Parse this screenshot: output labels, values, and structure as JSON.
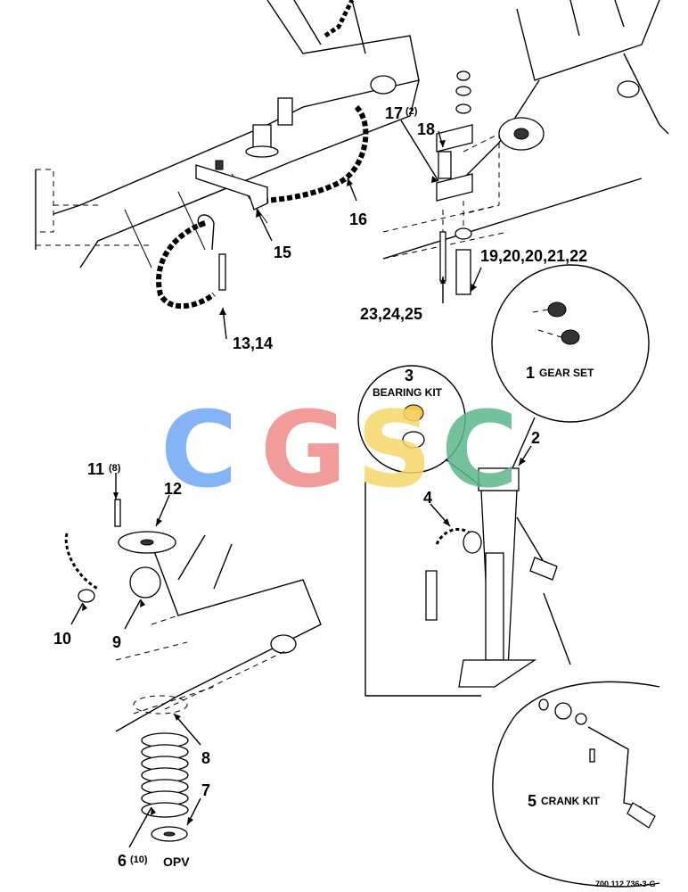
{
  "callouts": {
    "c1": "1",
    "c1_desc": "GEAR SET",
    "c2": "2",
    "c3": "3",
    "c3_desc": "BEARING KIT",
    "c4": "4",
    "c5": "5",
    "c5_desc": "CRANK KIT",
    "c6": "6",
    "c6_qty": "(10)",
    "c6_desc": "OPV",
    "c7": "7",
    "c8": "8",
    "c9": "9",
    "c10": "10",
    "c11": "11",
    "c11_qty": "(8)",
    "c12": "12",
    "c13_14": "13,14",
    "c15": "15",
    "c16": "16",
    "c17": "17",
    "c17_qty": "(2)",
    "c18": "18",
    "c19_22": "19,20,20,21,22",
    "c23_25": "23,24,25"
  },
  "watermark": {
    "letters": [
      "C",
      "G",
      "S",
      "C"
    ],
    "colors": [
      "#6fa8f5",
      "#f08a8a",
      "#f6d66b",
      "#5cb88a"
    ]
  },
  "drawing_number": "700 112 736-3-G"
}
